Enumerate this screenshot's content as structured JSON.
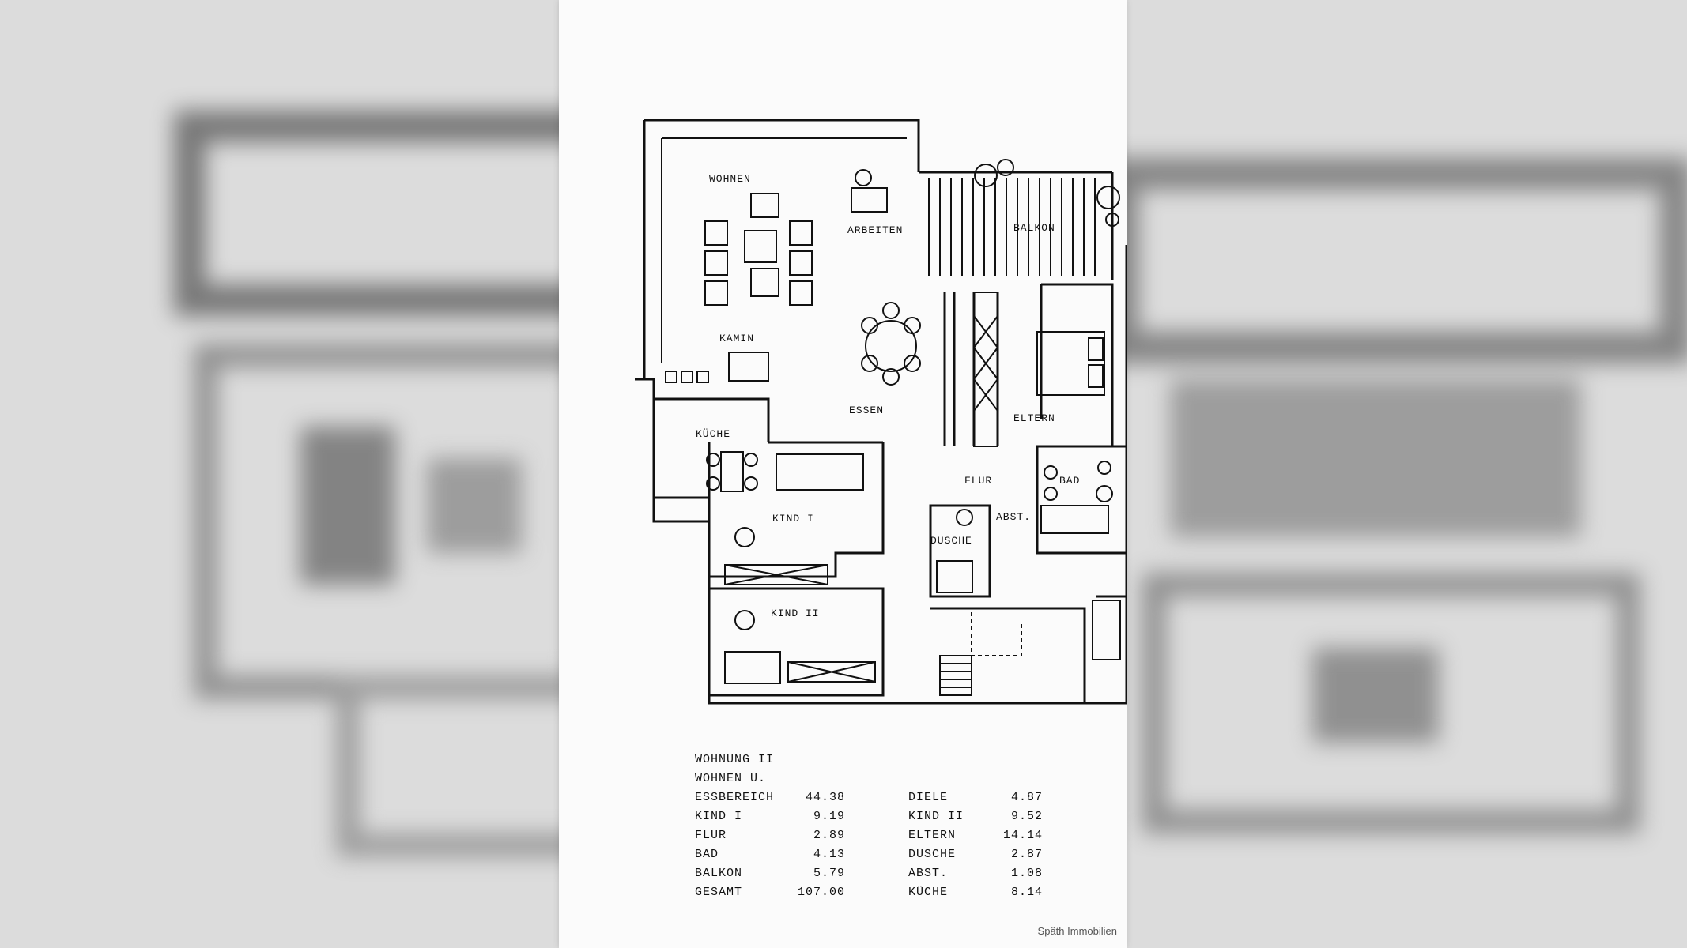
{
  "plan": {
    "rooms": {
      "wohnen": "WOHNEN",
      "arbeiten": "ARBEITEN",
      "balkon": "BALKON",
      "kamin": "KAMIN",
      "essen": "ESSEN",
      "eltern": "ELTERN",
      "kueche": "KÜCHE",
      "flur": "FLUR",
      "bad": "BAD",
      "kind1": "KIND I",
      "abst": "ABST.",
      "dusche": "DUSCHE",
      "kind2": "KIND II"
    }
  },
  "areas": {
    "title": "WOHNUNG II",
    "subtitle": "WOHNEN U.",
    "rows": [
      {
        "name": "ESSBEREICH",
        "value": "44.38",
        "name2": "DIELE",
        "value2": "4.87"
      },
      {
        "name": "KIND I",
        "value": "9.19",
        "name2": "KIND II",
        "value2": "9.52"
      },
      {
        "name": "FLUR",
        "value": "2.89",
        "name2": "ELTERN",
        "value2": "14.14"
      },
      {
        "name": "BAD",
        "value": "4.13",
        "name2": "DUSCHE",
        "value2": "2.87"
      },
      {
        "name": "BALKON",
        "value": "5.79",
        "name2": "ABST.",
        "value2": "1.08"
      },
      {
        "name": "GESAMT",
        "value": "107.00",
        "name2": "KÜCHE",
        "value2": "8.14"
      }
    ]
  },
  "credit": "Späth Immobilien"
}
